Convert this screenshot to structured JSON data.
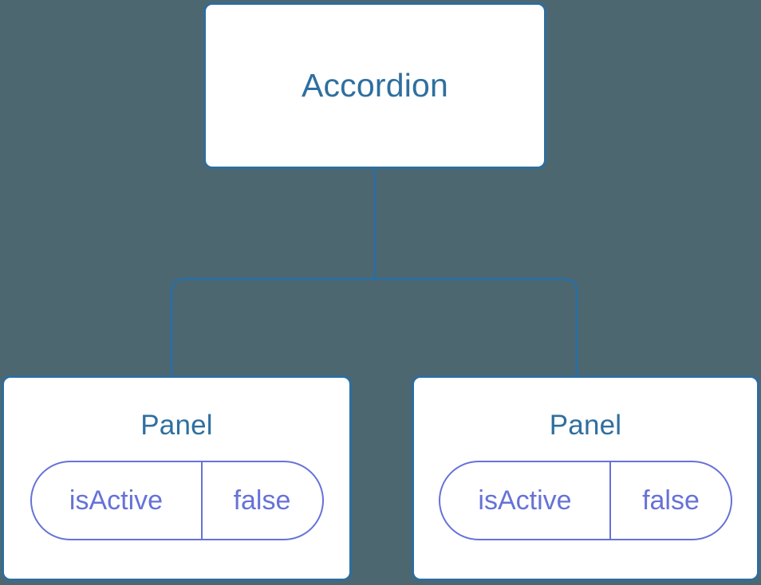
{
  "diagram": {
    "type": "component-tree",
    "background_color": "#4d6770",
    "node_fill_color": "#ffffff",
    "node_border_color": "#2d6d9f",
    "node_title_color": "#2f6f9f",
    "state_accent_color": "#6672d8",
    "connector_color": "#2d6d9f"
  },
  "root": {
    "title": "Accordion"
  },
  "children": [
    {
      "title": "Panel",
      "state": {
        "key": "isActive",
        "value": "false"
      }
    },
    {
      "title": "Panel",
      "state": {
        "key": "isActive",
        "value": "false"
      }
    }
  ]
}
